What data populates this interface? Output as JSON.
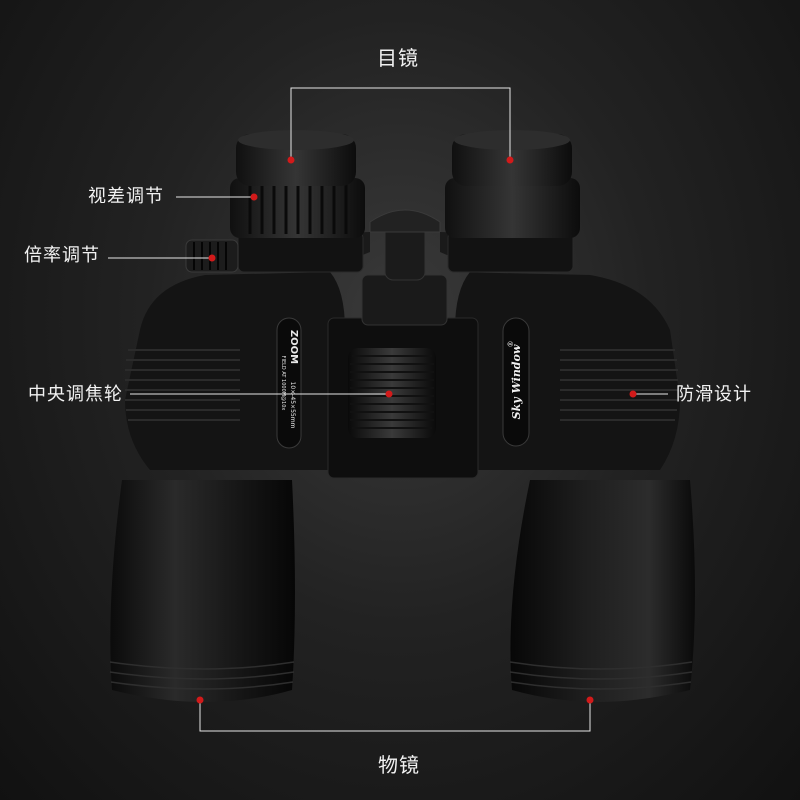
{
  "labels": {
    "eyepiece": "目镜",
    "diopter": "视差调节",
    "zoom": "倍率调节",
    "focus": "中央调焦轮",
    "grip": "防滑设计",
    "objective": "物镜"
  },
  "product": {
    "left_plate_line1": "ZOOM",
    "left_plate_line2": "10×-45×55mm",
    "left_plate_line3": "FIELD AT 1000M@10x",
    "brand": "Sky Window",
    "brand_mark": "®"
  },
  "colors": {
    "marker": "#d21a1a",
    "leader": "#e6e6e6",
    "body": "#151515"
  }
}
